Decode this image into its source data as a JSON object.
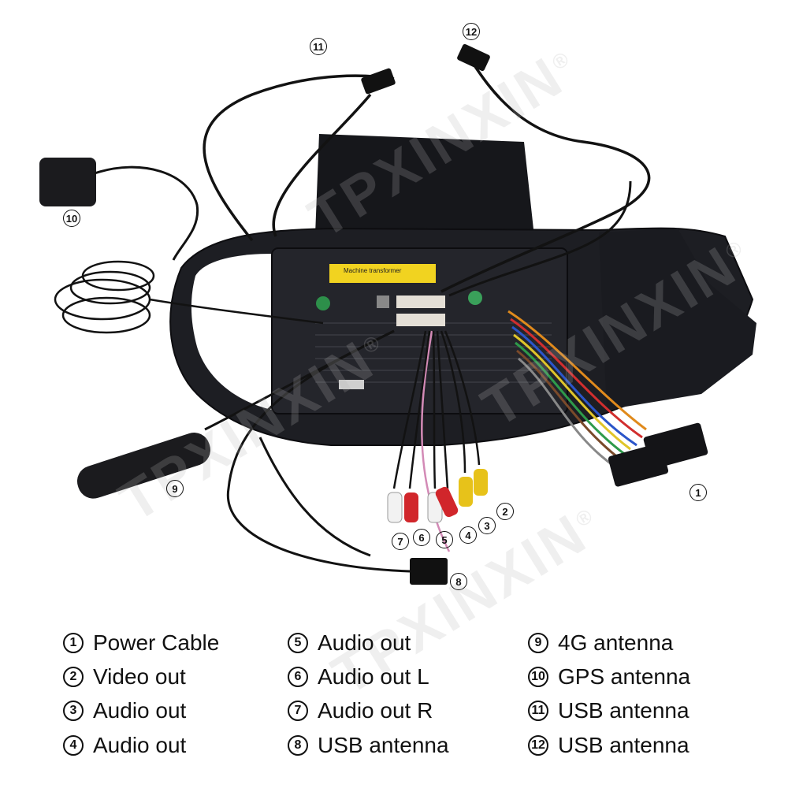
{
  "watermark": "TPXINXIN",
  "registered_mark": "®",
  "label_sticker": {
    "line1": "Machine transformer"
  },
  "callouts": [
    "1",
    "2",
    "3",
    "4",
    "5",
    "6",
    "7",
    "8",
    "9",
    "10",
    "11",
    "12"
  ],
  "legend": [
    {
      "num": "1",
      "label": "Power Cable"
    },
    {
      "num": "2",
      "label": "Video out"
    },
    {
      "num": "3",
      "label": "Audio out"
    },
    {
      "num": "4",
      "label": "Audio out"
    },
    {
      "num": "5",
      "label": "Audio out"
    },
    {
      "num": "6",
      "label": "Audio out L"
    },
    {
      "num": "7",
      "label": "Audio out R"
    },
    {
      "num": "8",
      "label": "USB antenna"
    },
    {
      "num": "9",
      "label": "4G antenna"
    },
    {
      "num": "10",
      "label": "GPS antenna"
    },
    {
      "num": "11",
      "label": "USB antenna"
    },
    {
      "num": "12",
      "label": "USB antenna"
    }
  ],
  "colors": {
    "unit": "#1c1d22",
    "cable": "#111111",
    "rca_red": "#d1262b",
    "rca_yellow": "#e7c21a",
    "rca_white": "#f2f2f2"
  }
}
